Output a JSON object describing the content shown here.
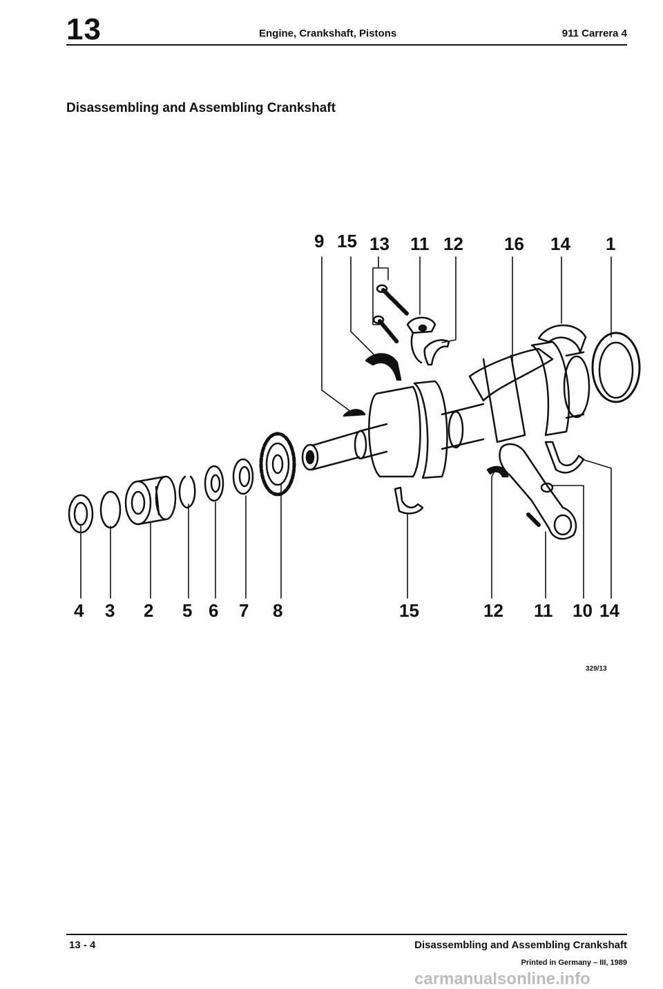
{
  "header": {
    "group_number": "13",
    "title": "Engine, Crankshaft, Pistons",
    "model": "911 Carrera 4"
  },
  "section_title": "Disassembling and Assembling Crankshaft",
  "diagram": {
    "part_labels_top": [
      "9",
      "15",
      "13",
      "11",
      "12",
      "16",
      "14",
      "1"
    ],
    "part_labels_bottom": [
      "4",
      "3",
      "2",
      "5",
      "6",
      "7",
      "8",
      "15",
      "12",
      "11",
      "10",
      "14"
    ],
    "figure_code": "329/13"
  },
  "footer": {
    "page_number": "13 - 4",
    "title": "Disassembling and Assembling Crankshaft",
    "print_info": "Printed in Germany – III, 1989"
  },
  "watermark": "carmanualsonline.info"
}
